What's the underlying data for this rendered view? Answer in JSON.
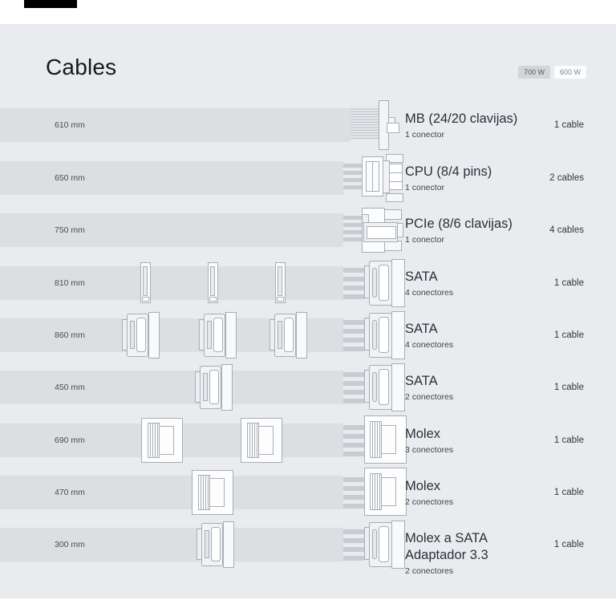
{
  "header": {
    "title": "Cables",
    "wattage_options": [
      {
        "label": "700 W",
        "selected": true
      },
      {
        "label": "600 W",
        "selected": false
      }
    ]
  },
  "colors": {
    "panel": "#e9ebee",
    "cable_bar": "#dbdfe2",
    "selected_watt_bg": "#d2d6d9"
  },
  "rows": [
    {
      "length": "610 mm",
      "name": "MB (24/20 clavijas)",
      "connector_count": "1 conector",
      "cable_count": "1 cable",
      "connector_type": "mb-24pin"
    },
    {
      "length": "650 mm",
      "name": "CPU (8/4 pins)",
      "connector_count": "1 conector",
      "cable_count": "2 cables",
      "connector_type": "cpu-8pin"
    },
    {
      "length": "750 mm",
      "name": "PCIe (8/6 clavijas)",
      "connector_count": "1 conector",
      "cable_count": "4 cables",
      "connector_type": "pcie-8pin"
    },
    {
      "length": "810 mm",
      "name": "SATA",
      "connector_count": "4 conectores",
      "cable_count": "1 cable",
      "connector_type": "sata"
    },
    {
      "length": "860 mm",
      "name": "SATA",
      "connector_count": "4 conectores",
      "cable_count": "1 cable",
      "connector_type": "sata"
    },
    {
      "length": "450 mm",
      "name": "SATA",
      "connector_count": "2 conectores",
      "cable_count": "1 cable",
      "connector_type": "sata"
    },
    {
      "length": "690 mm",
      "name": "Molex",
      "connector_count": "3 conectores",
      "cable_count": "1 cable",
      "connector_type": "molex"
    },
    {
      "length": "470 mm",
      "name": "Molex",
      "connector_count": "2 conectores",
      "cable_count": "1 cable",
      "connector_type": "molex"
    },
    {
      "length": "300 mm",
      "name": "Molex a SATA Adaptador 3.3",
      "connector_count": "2 conectores",
      "cable_count": "1 cable",
      "connector_type": "molex-sata-adapter"
    }
  ]
}
